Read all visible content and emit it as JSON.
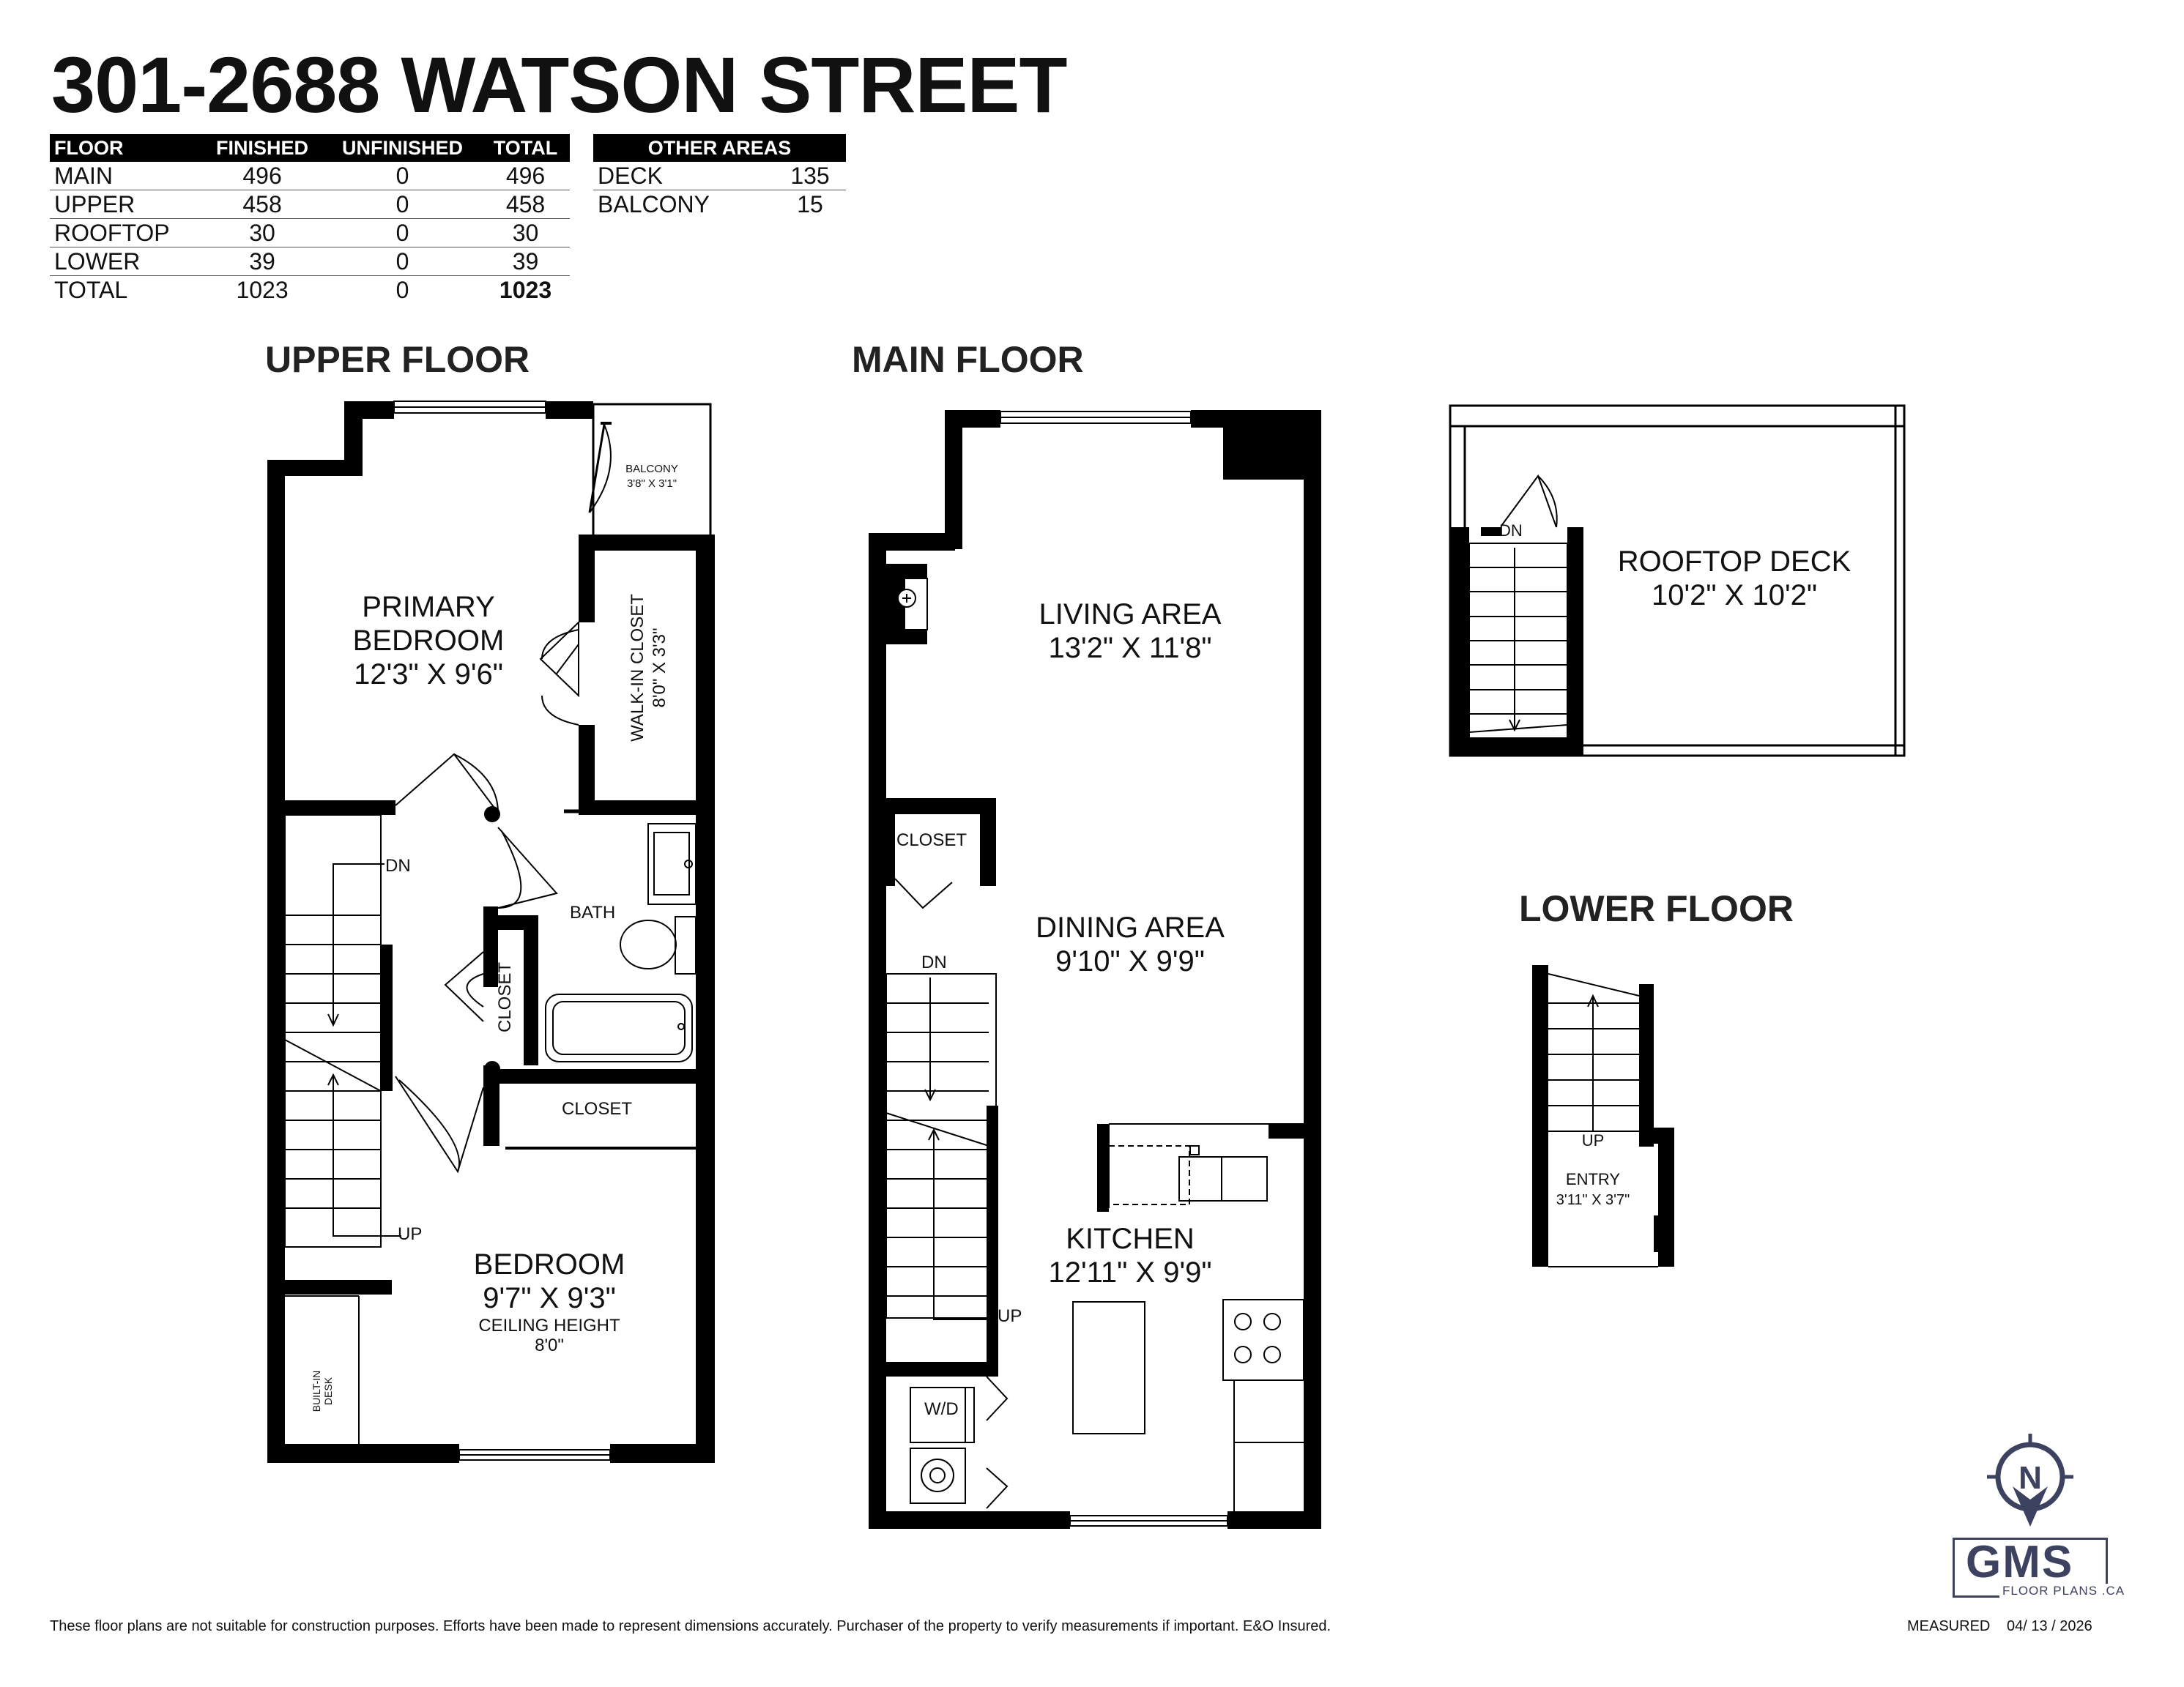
{
  "title": "301-2688 WATSON STREET",
  "floor_table": {
    "headers": [
      "FLOOR",
      "FINISHED",
      "UNFINISHED",
      "TOTAL"
    ],
    "rows": [
      [
        "MAIN",
        "496",
        "0",
        "496"
      ],
      [
        "UPPER",
        "458",
        "0",
        "458"
      ],
      [
        "ROOFTOP",
        "30",
        "0",
        "30"
      ],
      [
        "LOWER",
        "39",
        "0",
        "39"
      ],
      [
        "TOTAL",
        "1023",
        "0",
        "1023"
      ]
    ]
  },
  "other_table": {
    "header": "OTHER AREAS",
    "rows": [
      [
        "DECK",
        "135"
      ],
      [
        "BALCONY",
        "15"
      ]
    ]
  },
  "headings": {
    "upper": "UPPER FLOOR",
    "main": "MAIN FLOOR",
    "lower": "LOWER FLOOR"
  },
  "upper": {
    "primary_line1": "PRIMARY",
    "primary_line2": "BEDROOM",
    "primary_dim": "12'3\" X 9'6\"",
    "balcony": "BALCONY",
    "balcony_dim": "3'8\" X 3'1\"",
    "walkin": "WALK-IN CLOSET",
    "walkin_dim": "8'0\" X 3'3\"",
    "dn": "DN",
    "bath": "BATH",
    "closet_vertical": "CLOSET",
    "closet": "CLOSET",
    "up": "UP",
    "bedroom": "BEDROOM",
    "bedroom_dim": "9'7\" X 9'3\"",
    "ceiling": "CEILING HEIGHT",
    "ceiling_val": "8'0\"",
    "desk_line1": "BUILT-IN",
    "desk_line2": "DESK"
  },
  "main": {
    "living": "LIVING AREA",
    "living_dim": "13'2\" X 11'8\"",
    "closet": "CLOSET",
    "dining": "DINING AREA",
    "dining_dim": "9'10\" X 9'9\"",
    "dn": "DN",
    "kitchen": "KITCHEN",
    "kitchen_dim": "12'11\" X 9'9\"",
    "up": "UP",
    "wd": "W/D"
  },
  "rooftop": {
    "dn": "DN",
    "deck": "ROOFTOP DECK",
    "deck_dim": "10'2\" X 10'2\""
  },
  "lower": {
    "up": "UP",
    "entry": "ENTRY",
    "entry_dim": "3'11\" X 3'7\""
  },
  "footer": {
    "disclaimer": "These floor plans are not suitable for construction purposes. Efforts have been made to represent dimensions accurately.  Purchaser of the property to verify measurements if important.  E&O Insured.",
    "measured_label": "MEASURED",
    "measured_date": "04/ 13 / 2026"
  },
  "logo": {
    "brand": "GMS",
    "sub": "FLOOR PLANS .CA",
    "compass": "N"
  },
  "colors": {
    "wall": "#000000",
    "logo": "#3d4260",
    "text": "#111111"
  }
}
